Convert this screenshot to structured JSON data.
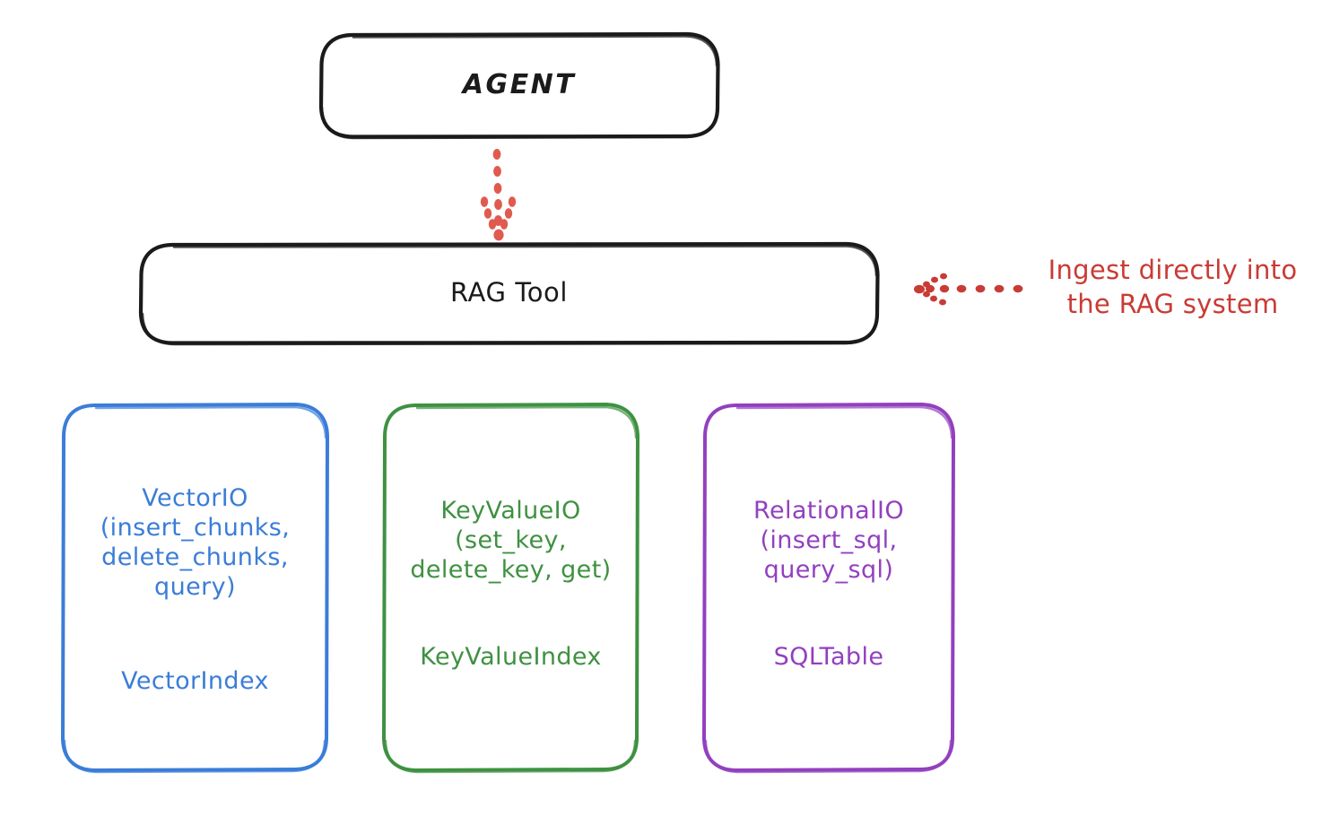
{
  "diagram": {
    "title_node": {
      "label": "AGENT"
    },
    "tool_node": {
      "label": "RAG Tool"
    },
    "annotation": {
      "text": "Ingest directly into\nthe RAG system",
      "color": "#c93b35",
      "arrow_direction": "left",
      "arrow_style": "dotted"
    },
    "flow_arrow": {
      "from": "AGENT",
      "to": "RAG Tool",
      "style": "dotted",
      "color": "#e05a4e",
      "direction": "down"
    },
    "stores": [
      {
        "id": "vector",
        "api": "VectorIO\n(insert_chunks,\ndelete_chunks,\nquery)",
        "index": "VectorIndex",
        "color": "#3b7dd8"
      },
      {
        "id": "keyvalue",
        "api": "KeyValueIO\n(set_key,\ndelete_key, get)",
        "index": "KeyValueIndex",
        "color": "#3f9142"
      },
      {
        "id": "relational",
        "api": "RelationalIO\n(insert_sql,\nquery_sql)",
        "index": "SQLTable",
        "color": "#9240bf"
      }
    ],
    "stroke_colors": {
      "box_outline": "#1b1b1b",
      "background": "#ffffff"
    }
  }
}
